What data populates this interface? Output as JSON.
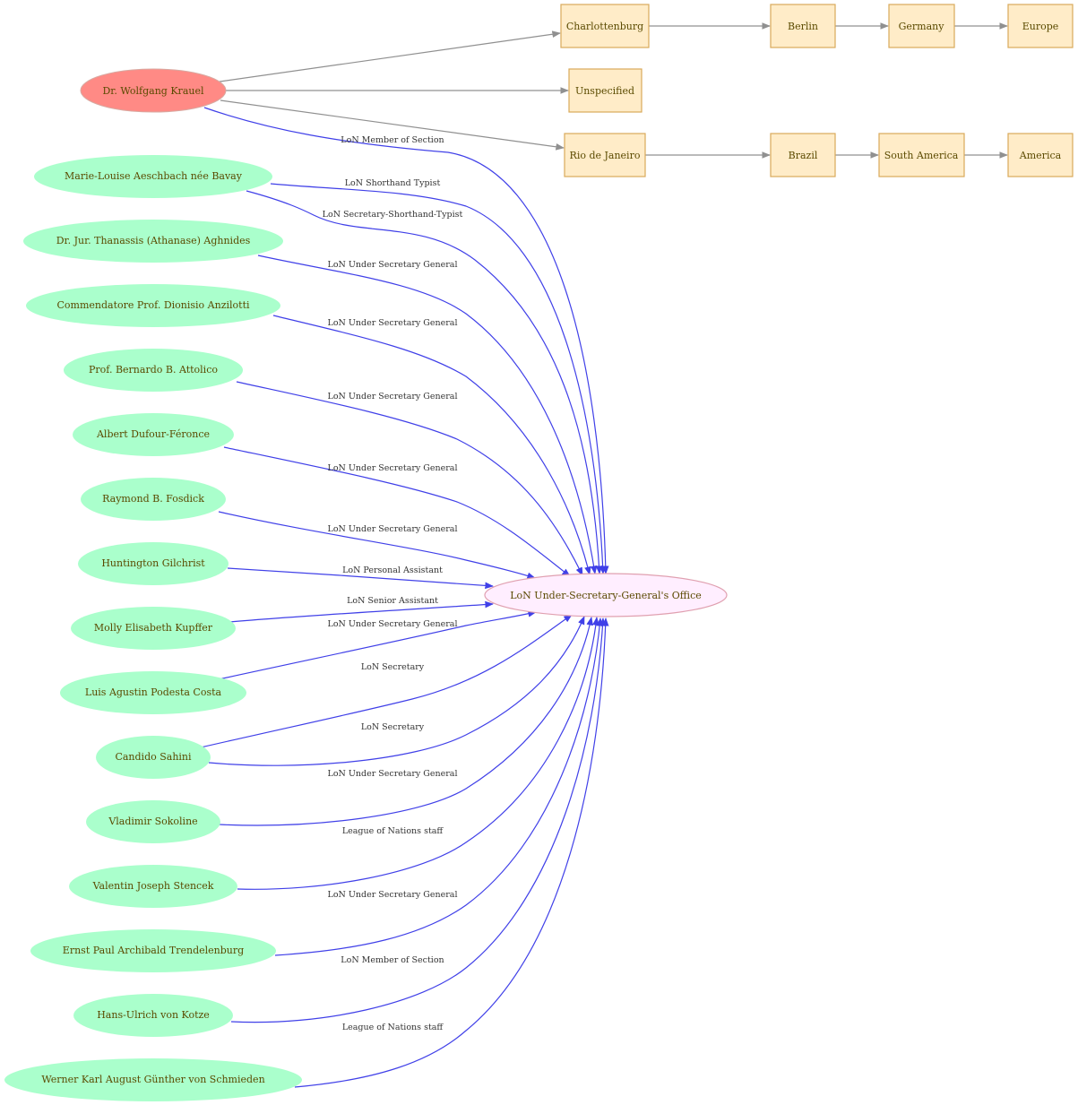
{
  "diagram": {
    "root": {
      "label": "Dr. Wolfgang Krauel"
    },
    "office": {
      "label": "LoN Under-Secretary-General's Office"
    },
    "places": [
      {
        "id": "charlottenburg",
        "label": "Charlottenburg"
      },
      {
        "id": "berlin",
        "label": "Berlin"
      },
      {
        "id": "germany",
        "label": "Germany"
      },
      {
        "id": "europe",
        "label": "Europe"
      },
      {
        "id": "unspecified",
        "label": "Unspecified"
      },
      {
        "id": "rio",
        "label": "Rio de Janeiro"
      },
      {
        "id": "brazil",
        "label": "Brazil"
      },
      {
        "id": "south_america",
        "label": "South America"
      },
      {
        "id": "america",
        "label": "America"
      }
    ],
    "persons": [
      {
        "label": "Marie-Louise Aeschbach née Bavay"
      },
      {
        "label": "Dr. Jur. Thanassis (Athanase) Aghnides"
      },
      {
        "label": "Commendatore Prof. Dionisio Anzilotti"
      },
      {
        "label": "Prof. Bernardo B. Attolico"
      },
      {
        "label": "Albert Dufour-Féronce"
      },
      {
        "label": "Raymond B. Fosdick"
      },
      {
        "label": "Huntington Gilchrist"
      },
      {
        "label": "Molly Elisabeth Kupffer"
      },
      {
        "label": "Luis Agustin Podesta Costa"
      },
      {
        "label": "Candido Sahini"
      },
      {
        "label": "Vladimir  Sokoline"
      },
      {
        "label": "Valentin Joseph Stencek"
      },
      {
        "label": "Ernst Paul Archibald Trendelenburg"
      },
      {
        "label": "Hans-Ulrich von Kotze"
      },
      {
        "label": "Werner Karl August Günther von Schmieden"
      }
    ],
    "edge_labels": [
      {
        "label": "LoN Member of Section"
      },
      {
        "label": "LoN Shorthand Typist"
      },
      {
        "label": "LoN Secretary-Shorthand-Typist"
      },
      {
        "label": "LoN Under Secretary General"
      },
      {
        "label": "LoN Under Secretary General"
      },
      {
        "label": "LoN Under Secretary General"
      },
      {
        "label": "LoN Under Secretary General"
      },
      {
        "label": "LoN Under Secretary General"
      },
      {
        "label": "LoN Personal Assistant"
      },
      {
        "label": "LoN Senior Assistant"
      },
      {
        "label": "LoN Under Secretary General"
      },
      {
        "label": "LoN Secretary"
      },
      {
        "label": "LoN Secretary"
      },
      {
        "label": "LoN Under Secretary General"
      },
      {
        "label": "League of Nations staff"
      },
      {
        "label": "LoN Under Secretary General"
      },
      {
        "label": "LoN Member of Section"
      },
      {
        "label": "League of Nations staff"
      }
    ],
    "colors": {
      "person_fill": "#aaffcc",
      "root_fill": "#ff8a85",
      "office_fill": "#ffeeff",
      "place_fill": "#ffecc8",
      "edge_blue": "#4040e8",
      "edge_gray": "#909090"
    }
  }
}
